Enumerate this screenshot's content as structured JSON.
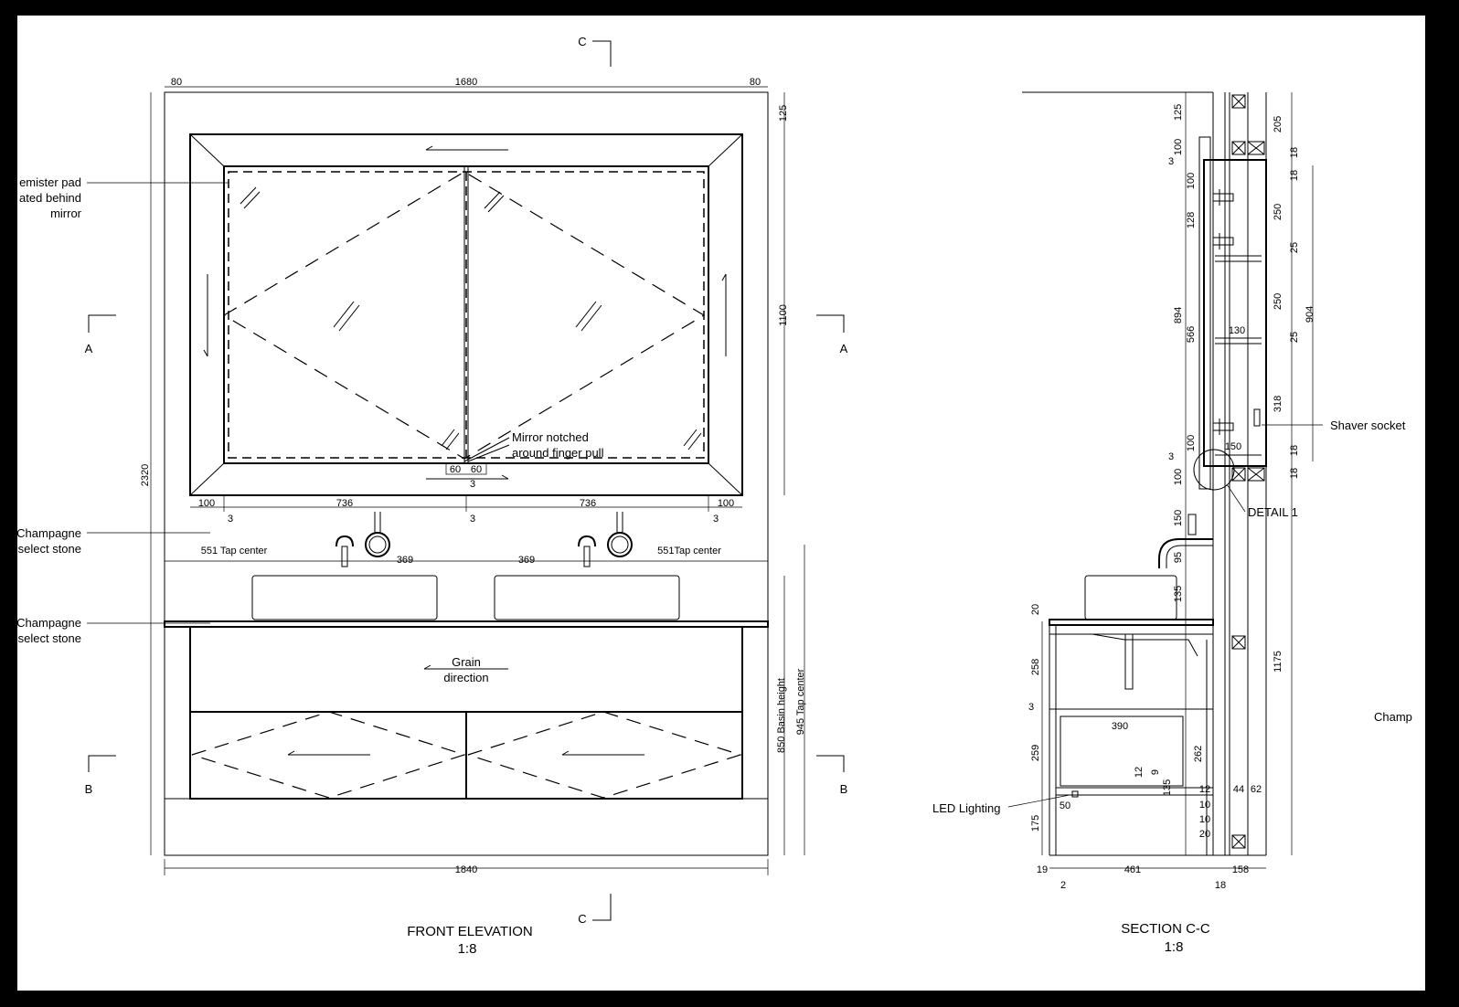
{
  "front": {
    "title": "FRONT ELEVATION",
    "scale": "1:8",
    "section_marks": {
      "c": "C",
      "a": "A",
      "b": "B"
    },
    "notes": {
      "demister_1": "emister pad",
      "demister_2": "ated behind",
      "demister_3": "mirror",
      "stone1_1": "Champagne",
      "stone1_2": "select stone",
      "stone2_1": "Champagne",
      "stone2_2": "select stone",
      "notch_1": "Mirror notched",
      "notch_2": "around finger pull",
      "grain_1": "Grain",
      "grain_2": "direction",
      "tap_left": "551 Tap center",
      "tap_right": "551Tap center",
      "basin_h": "850 Basin height",
      "tap_h": "945 Tap center"
    },
    "dims": {
      "top_l": "80",
      "top_c": "1680",
      "top_r": "80",
      "h_125": "125",
      "h_1100": "1100",
      "h_2320": "2320",
      "m_100l": "100",
      "m_736l": "736",
      "m_736r": "736",
      "m_100r": "100",
      "gap_3a": "3",
      "gap_3b": "3",
      "gap_3c": "3",
      "gap_3d": "3",
      "pull_60a": "60",
      "pull_60b": "60",
      "tap_369l": "369",
      "tap_369r": "369",
      "bottom": "1840"
    }
  },
  "section": {
    "title": "SECTION C-C",
    "scale": "1:8",
    "notes": {
      "shaver": "Shaver socket",
      "detail": "DETAIL  1",
      "led": "LED Lighting",
      "champ": "Champ"
    },
    "dims": {
      "d125": "125",
      "d100a": "100",
      "d3a": "3",
      "d100b": "100",
      "d128": "128",
      "d894": "894",
      "d566": "566",
      "d100c": "100",
      "d3b": "3",
      "d100d": "100",
      "d150a": "150",
      "d95": "95",
      "d135": "135",
      "d20a": "20",
      "d258": "258",
      "d3c": "3",
      "d259": "259",
      "d175": "175",
      "d19": "19",
      "d2": "2",
      "d461": "461",
      "d18a": "18",
      "d158": "158",
      "d205": "205",
      "d18b": "18",
      "d18c": "18",
      "d250a": "250",
      "d25a": "25",
      "d250b": "250",
      "d904": "904",
      "d25b": "25",
      "d318": "318",
      "d18d": "18",
      "d18e": "18",
      "d1175": "1175",
      "d130": "130",
      "d150b": "150",
      "d390": "390",
      "d262": "262",
      "d12a": "12",
      "d9": "9",
      "d135b": "135",
      "d12b": "12",
      "d44": "44",
      "d62": "62",
      "d10a": "10",
      "d10b": "10",
      "d20b": "20",
      "d50": "50"
    }
  }
}
